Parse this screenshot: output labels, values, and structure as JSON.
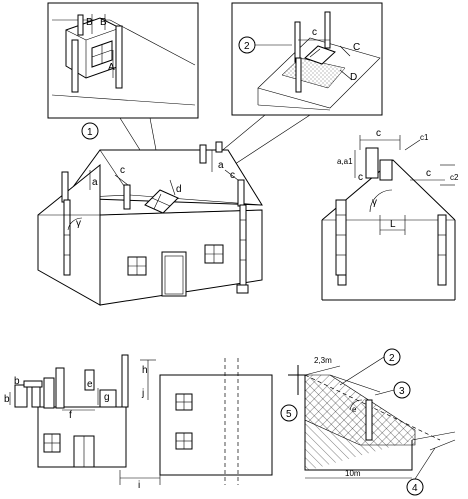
{
  "labels": {
    "a": "a",
    "b": "b",
    "c": "c",
    "d": "d",
    "e": "e",
    "f": "f",
    "g": "g",
    "h": "h",
    "i": "i",
    "j": "j",
    "A": "A",
    "B": "B",
    "C": "C",
    "D": "D",
    "L": "L",
    "c1": "c1",
    "c2": "c2",
    "aa1": "a,a1",
    "gamma": "γ",
    "n1": "1",
    "n2": "2",
    "n3": "3",
    "n4": "4",
    "n5": "5",
    "dist23": "2,3m",
    "dist10": "10m"
  }
}
